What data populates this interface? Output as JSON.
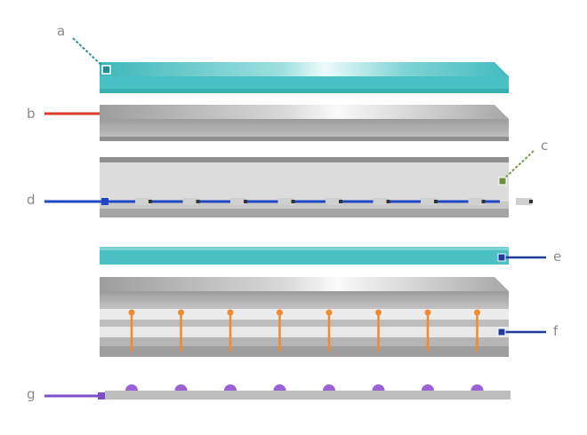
{
  "callouts": {
    "a": "a",
    "b": "b",
    "c": "c",
    "d": "d",
    "e": "e",
    "f": "f",
    "g": "g"
  },
  "colors": {
    "teal_plate": "#4ec4c6",
    "gray_plate": "#b9b9b9",
    "leader_a": "#2f8f92",
    "leader_b": "#d93a2b",
    "leader_c": "#7a9a4a",
    "leader_d": "#1f47c4",
    "leader_e": "#1f3c9c",
    "leader_f": "#1f3c9c",
    "leader_g": "#7a4fc8",
    "orange_rod": "#f28a2e",
    "purple_dot": "#9a62d6"
  },
  "counts": {
    "electrode_segments": 9,
    "orange_rods": 8,
    "purple_dots": 8
  }
}
